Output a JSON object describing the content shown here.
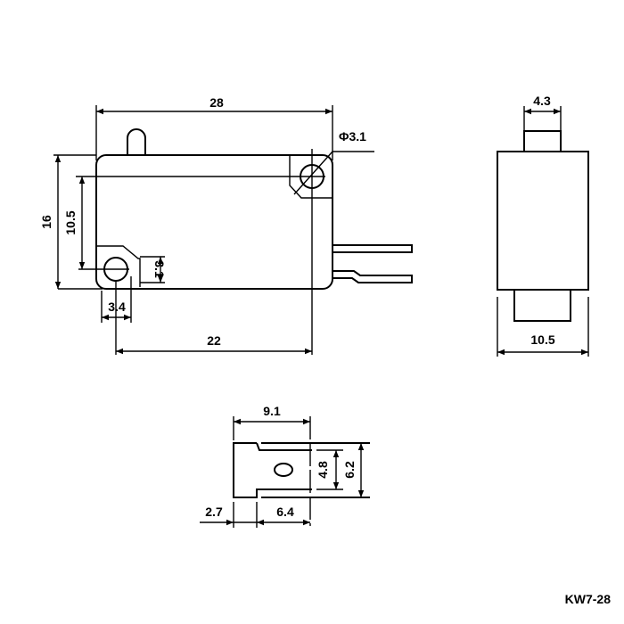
{
  "drawing": {
    "model_label": "KW7-28",
    "front_view": {
      "length": "28",
      "height": "16",
      "hole_offset_vertical": "10.5",
      "hole_diameter": "Φ3.1",
      "small_hole_height": "3.1",
      "small_hole_width": "3.4",
      "hole_spacing": "22"
    },
    "side_view": {
      "plunger_width": "4.3",
      "body_width": "10.5"
    },
    "terminal_view": {
      "terminal_length": "9.1",
      "tab_height": "4.8",
      "terminal_width": "6.2",
      "shoulder": "2.7",
      "tab_length": "6.4"
    }
  }
}
